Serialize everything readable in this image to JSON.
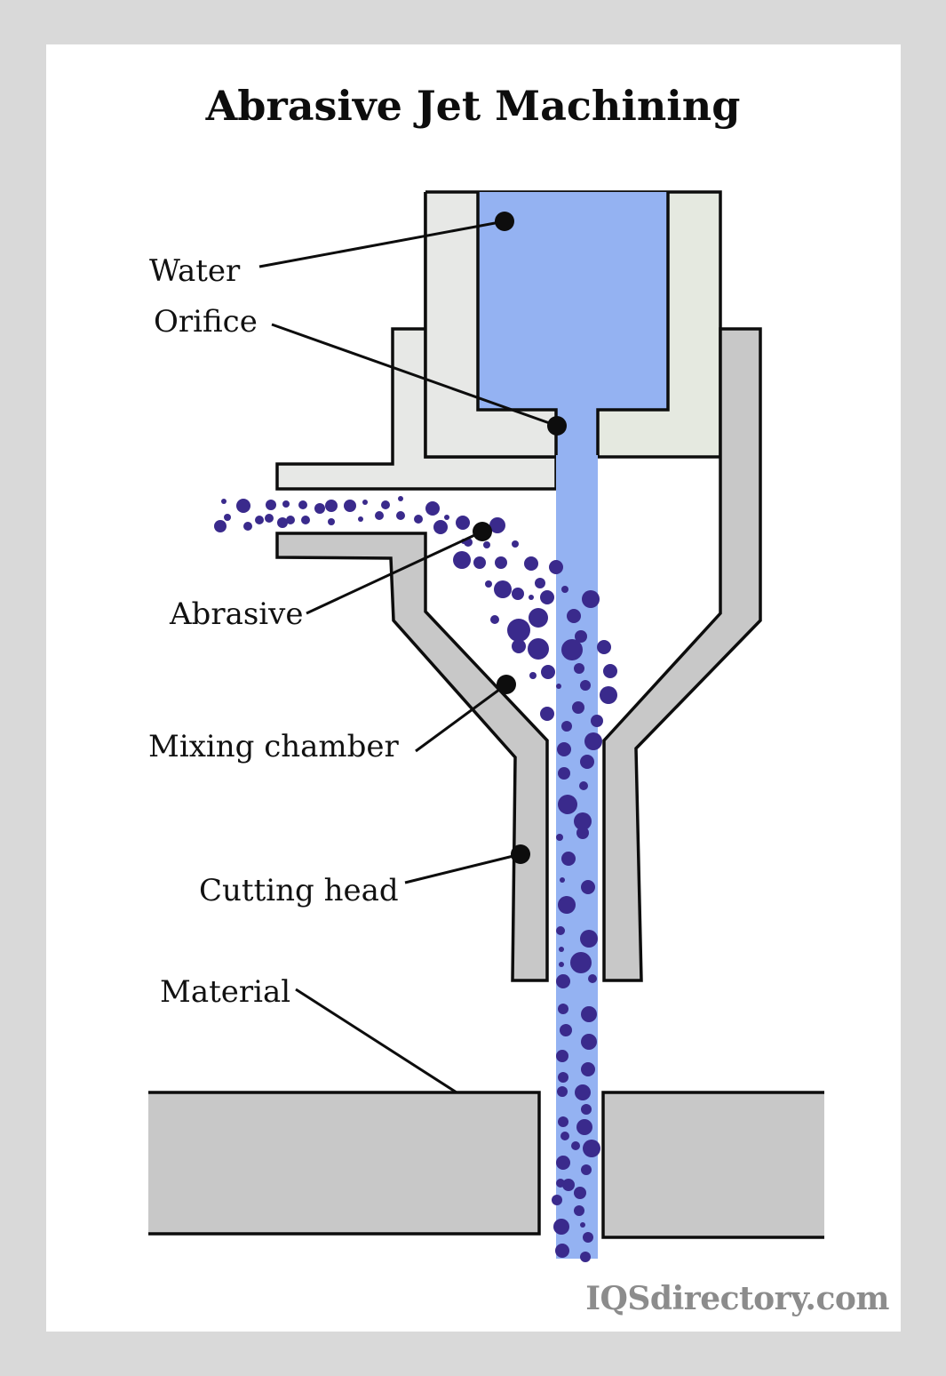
{
  "title": "Abrasive Jet Machining",
  "labels": {
    "water": "Water",
    "orifice": "Orifice",
    "abrasive": "Abrasive",
    "mixing_chamber": "Mixing chamber",
    "cutting_head": "Cutting head",
    "material": "Material"
  },
  "watermark": "IQSdirectory.com",
  "colors": {
    "frame": "#d9d9d9",
    "water": "#94b2f2",
    "abrasive_particle": "#3a2a8c",
    "housing_light": "#e7e8e6",
    "housing_green": "#e5e9e0",
    "metal_gray": "#c8c8c8",
    "outline": "#0d0d0d",
    "watermark": "#8c8c8c"
  }
}
